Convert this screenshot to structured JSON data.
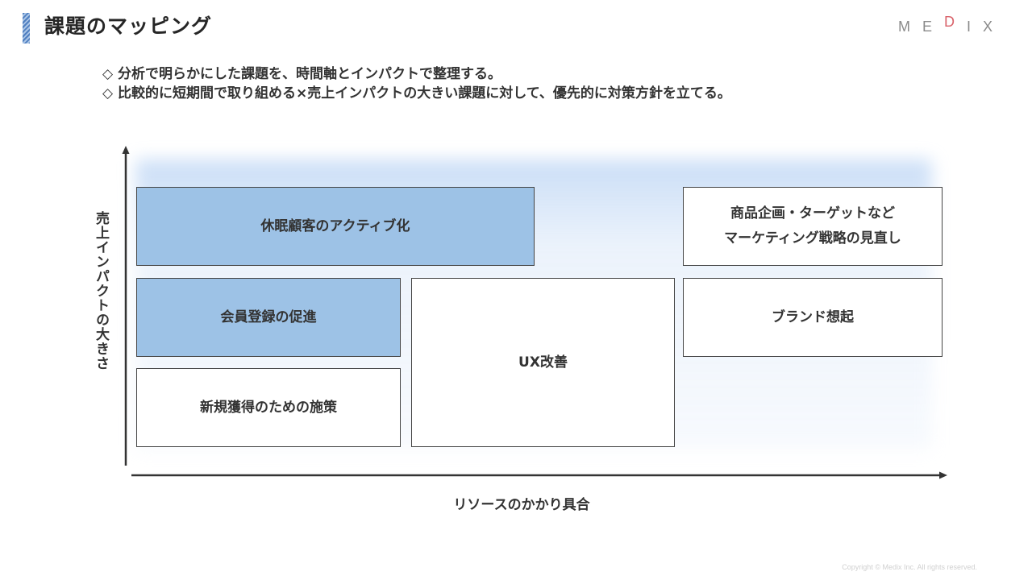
{
  "header": {
    "title": "課題のマッピング",
    "logo_pre": "ME",
    "logo_accent": "D",
    "logo_post": "IX"
  },
  "bullets": [
    "◇ 分析で明らかにした課題を、時間軸とインパクトで整理する。",
    "◇ 比較的に短期間で取り組める×売上インパクトの大きい課題に対して、優先的に対策方針を立てる。"
  ],
  "diagram": {
    "y_axis_label": "売上インパクトの大きさ",
    "x_axis_label": "リソースのかかり具合",
    "boxes": [
      {
        "label": "休眠顧客のアクティブ化",
        "highlighted": true
      },
      {
        "label": "商品企画・ターゲットなど\nマーケティング戦略の見直し",
        "highlighted": false
      },
      {
        "label": "会員登録の促進",
        "highlighted": true
      },
      {
        "label": "UX改善",
        "highlighted": false
      },
      {
        "label": "ブランド想起",
        "highlighted": false
      },
      {
        "label": "新規獲得のための施策",
        "highlighted": false
      }
    ],
    "colors": {
      "highlight": "#9dc2e6",
      "border": "#444444",
      "axis": "#333333"
    }
  },
  "footer": {
    "copyright": "Copyright © Medix Inc. All rights reserved."
  }
}
